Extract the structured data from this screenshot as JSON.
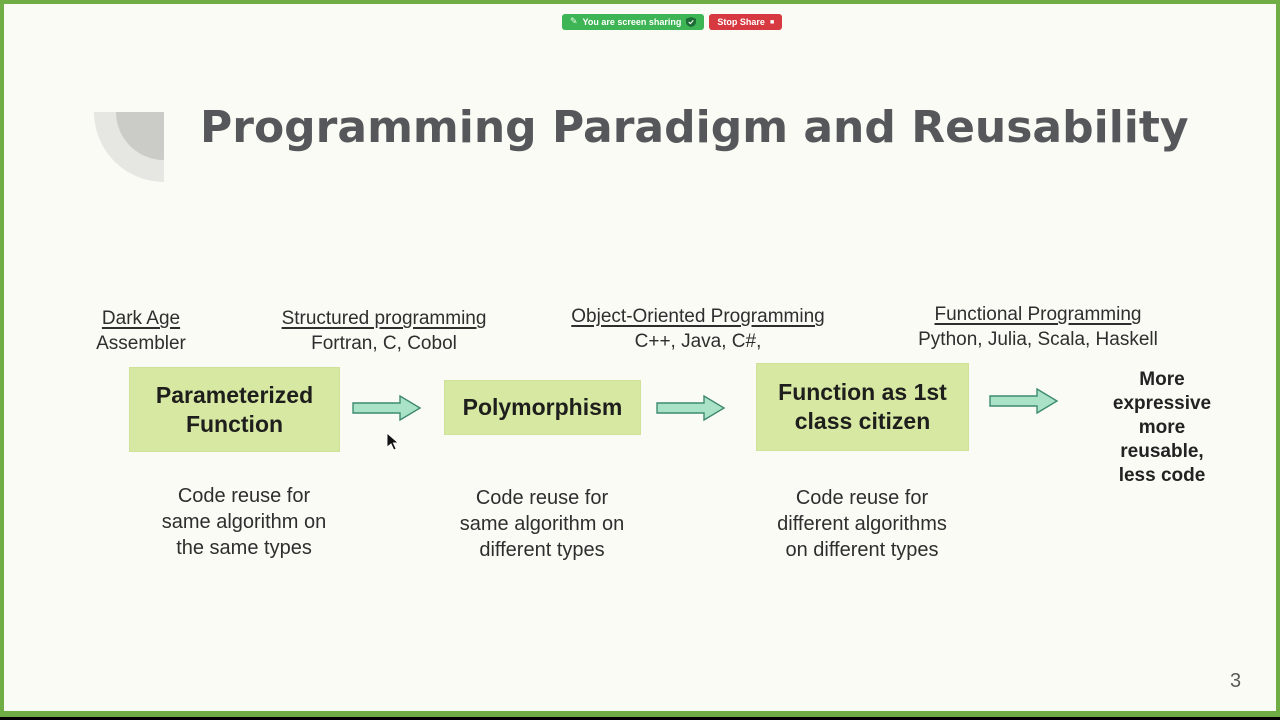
{
  "screen_share_bar": {
    "sharing_label": "You are screen sharing",
    "stop_button_label": "Stop Share",
    "colors": {
      "sharing_bg": "#3db554",
      "stop_bg": "#d6393f"
    }
  },
  "slide": {
    "title": "Programming Paradigm and Reusability",
    "page_number": "3",
    "paradigms": [
      {
        "era": "Dark Age",
        "languages": "Assembler",
        "box_label": "Parameterized\nFunction",
        "caption": "Code reuse for\nsame algorithm on\nthe same types"
      },
      {
        "era": "Structured programming",
        "languages": "Fortran, C, Cobol",
        "box_label": "Polymorphism",
        "caption": "Code reuse for\nsame algorithm on\ndifferent types"
      },
      {
        "era": "Object-Oriented Programming",
        "languages": "C++, Java, C#,",
        "box_label": "Function as 1st\nclass citizen",
        "caption": "Code reuse for\ndifferent algorithms\non different types"
      },
      {
        "era": "Functional Programming",
        "languages": "Python, Julia, Scala, Haskell",
        "outcome": "More expressive\nmore reusable,\nless code"
      }
    ],
    "colors": {
      "screen_border_green": "#70ad44",
      "box_green": "#d6e8a2",
      "arrow_fill": "#a9e2c7",
      "arrow_stroke": "#3d8a71",
      "title_gray": "#56575b",
      "slide_background": "#fbfbf5"
    }
  }
}
